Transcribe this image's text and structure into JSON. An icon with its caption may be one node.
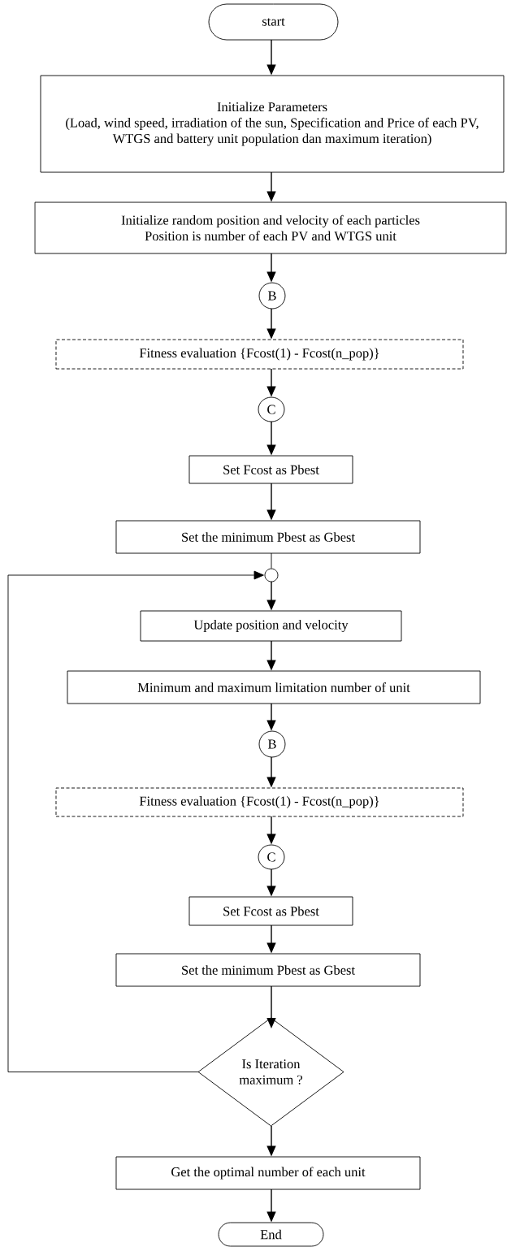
{
  "diagram": {
    "nodes": [
      {
        "text": [
          "start"
        ]
      },
      {
        "text": [
          "Initialize Parameters",
          "(Load, wind speed, irradiation of the sun, Specification and Price of each PV, WTGS and battery unit population dan maximum iteration)"
        ]
      },
      {
        "text": [
          "Initialize random position and velocity of each particles",
          "Position is number of each PV and WTGS unit"
        ]
      },
      {
        "text": [
          "B"
        ]
      },
      {
        "text": [
          "Fitness evaluation {Fcost(1) - Fcost(n_pop)}"
        ]
      },
      {
        "text": [
          "C"
        ]
      },
      {
        "text": [
          "Set Fcost as Pbest"
        ]
      },
      {
        "text": [
          "Set the minimum Pbest as Gbest"
        ]
      },
      {
        "text": [],
        "shape": "circle"
      },
      {
        "text": [
          "Update position and velocity"
        ]
      },
      {
        "text": [
          "Minimum and maximum limitation number of unit"
        ]
      },
      {
        "text": [
          "B"
        ]
      },
      {
        "text": [
          "Fitness evaluation {Fcost(1) - Fcost(n_pop)}"
        ]
      },
      {
        "text": [
          "C"
        ]
      },
      {
        "text": [
          "Set Fcost as Pbest"
        ]
      },
      {
        "text": [
          "Set the minimum Pbest as Gbest"
        ]
      },
      {
        "text": [
          "Is Iteration maximum ?"
        ]
      },
      {
        "text": [
          "Get the optimal number of each unit"
        ]
      },
      {
        "text": [
          "End"
        ]
      }
    ],
    "edges": [
      {
        "from": 0,
        "to": 1,
        "arrow": "to"
      },
      {
        "from": 1,
        "to": 2,
        "arrow": "to"
      },
      {
        "from": 2,
        "to": 3,
        "arrow": "to"
      },
      {
        "from": 3,
        "to": 4,
        "arrow": "to"
      },
      {
        "from": 4,
        "to": 5,
        "arrow": "to"
      },
      {
        "from": 5,
        "to": 6,
        "arrow": "to"
      },
      {
        "from": 6,
        "to": 7,
        "arrow": "to"
      },
      {
        "from": 7,
        "to": 8,
        "arrow": "none"
      },
      {
        "from": 8,
        "to": 9,
        "arrow": "to"
      },
      {
        "from": 9,
        "to": 10,
        "arrow": "to"
      },
      {
        "from": 10,
        "to": 11,
        "arrow": "to"
      },
      {
        "from": 11,
        "to": 12,
        "arrow": "to"
      },
      {
        "from": 12,
        "to": 13,
        "arrow": "to"
      },
      {
        "from": 13,
        "to": 14,
        "arrow": "to"
      },
      {
        "from": 14,
        "to": 15,
        "arrow": "to"
      },
      {
        "from": 15,
        "to": 16,
        "arrow": "to"
      },
      {
        "from": 16,
        "to": 17,
        "arrow": "to"
      },
      {
        "from": 17,
        "to": 18,
        "arrow": "to"
      },
      {
        "from": 16,
        "to": 8,
        "arrow": "to"
      }
    ]
  }
}
